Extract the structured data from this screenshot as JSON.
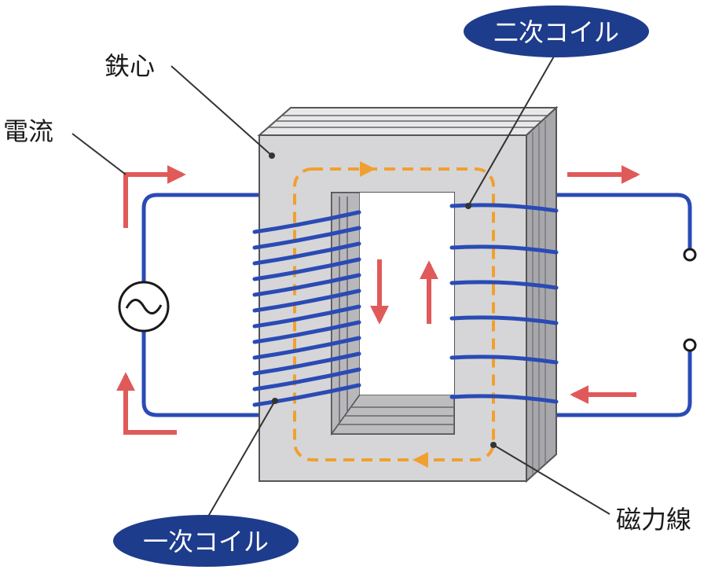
{
  "labels": {
    "core": "鉄心",
    "current": "電流",
    "secondary_coil": "二次コイル",
    "primary_coil": "一次コイル",
    "flux_lines": "磁力線"
  },
  "colors": {
    "wire": "#2a4bb5",
    "current_arrow": "#e05a5a",
    "flux": "#f0a030",
    "pill": "#1e3c8c",
    "core_front": "#d6d6d8",
    "core_side": "#a8a8ac",
    "core_top": "#e8e8ea"
  },
  "icons": {
    "ac_source": "ac-source-icon",
    "terminal": "terminal-icon"
  }
}
